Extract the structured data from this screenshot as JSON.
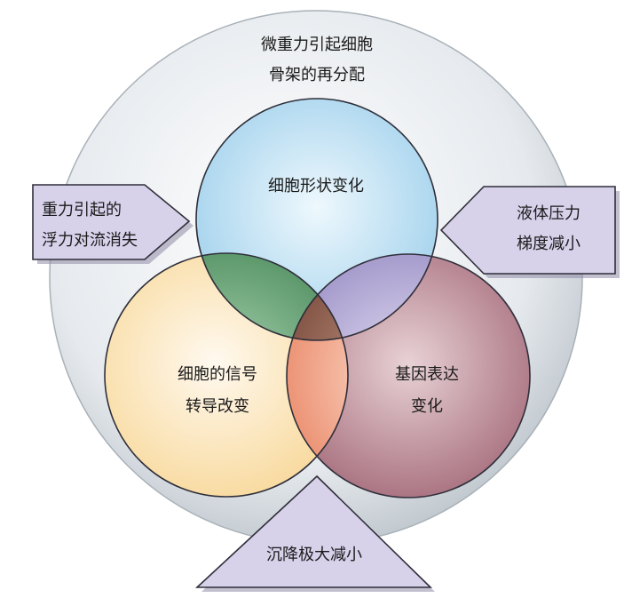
{
  "outer_label": [
    "微重力引起细胞",
    "骨架的再分配"
  ],
  "circles": {
    "top": [
      "细胞形状变化"
    ],
    "left": [
      "细胞的信号",
      "转导改变"
    ],
    "right": [
      "基因表达",
      "变化"
    ]
  },
  "arrows": {
    "left": [
      "重力引起的",
      "浮力对流消失"
    ],
    "right": [
      "液体压力",
      "梯度减小"
    ],
    "bottom": [
      "沉降极大减小"
    ]
  },
  "colors": {
    "outer_circle": "#dde3e8",
    "top_circle": "#bfe0f2",
    "left_circle": "#fbe6c2",
    "right_circle": "#c89aa6",
    "overlap_top_left": "#5e9a6e",
    "overlap_top_right": "#b5acd4",
    "overlap_left_right": "#f2aa8a",
    "overlap_center": "#8a5a4a",
    "arrow_fill": "#d7d1ea"
  }
}
